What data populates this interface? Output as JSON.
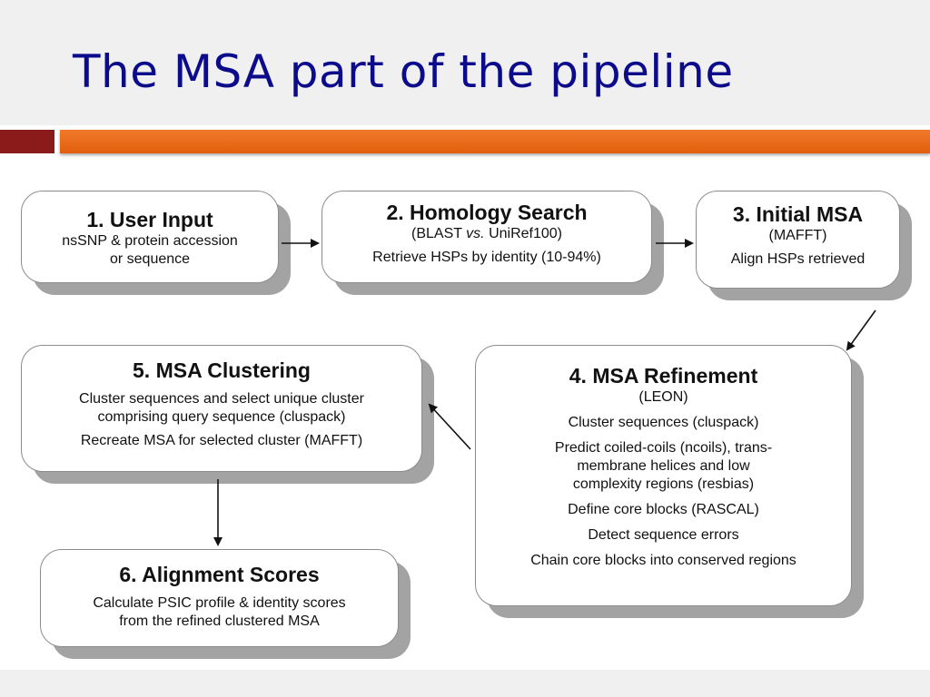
{
  "slide": {
    "title": "The MSA part of the pipeline"
  },
  "steps": [
    {
      "title": "1. User Input",
      "lines": [
        "nsSNP & protein accession",
        "or sequence"
      ]
    },
    {
      "title": "2. Homology Search",
      "sub_pre": "(BLAST ",
      "sub_em": "vs.",
      "sub_post": " UniRef100)",
      "lines": [
        "Retrieve HSPs by identity (10-94%)"
      ]
    },
    {
      "title": "3. Initial MSA",
      "sub": "(MAFFT)",
      "lines": [
        "Align HSPs retrieved"
      ]
    },
    {
      "title": "4. MSA Refinement",
      "sub": "(LEON)",
      "lines": [
        "Cluster sequences (cluspack)",
        "Predict coiled-coils (ncoils), trans-",
        "membrane helices and low",
        "complexity regions (resbias)",
        "Define core blocks (RASCAL)",
        "Detect sequence errors",
        "Chain core blocks into conserved regions"
      ]
    },
    {
      "title": "5. MSA Clustering",
      "lines": [
        "Cluster sequences and select unique cluster",
        "comprising query sequence (cluspack)",
        "Recreate MSA for selected cluster (MAFFT)"
      ]
    },
    {
      "title": "6. Alignment Scores",
      "lines": [
        "Calculate PSIC profile & identity scores",
        "from the refined clustered MSA"
      ]
    }
  ],
  "colors": {
    "title": "#0b0b8c",
    "accent_bar": "#e8691c",
    "accent_dark": "#8b1a1a",
    "box_shadow": "#a3a3a3"
  }
}
